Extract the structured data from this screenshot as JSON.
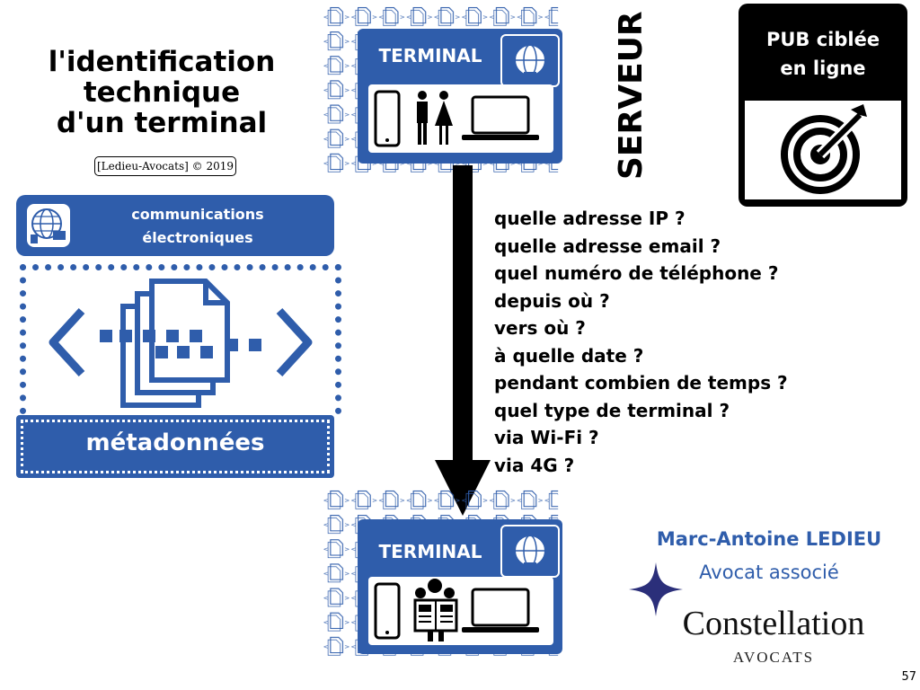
{
  "title": {
    "line1": "l'identification",
    "line2": "technique",
    "line3": "d'un terminal"
  },
  "copyright": "[Ledieu-Avocats] © 2019",
  "communications": {
    "line1": "communications",
    "line2": "électroniques",
    "footer": "métadonnées"
  },
  "terminal_top": {
    "label": "TERMINAL"
  },
  "terminal_bottom": {
    "label": "TERMINAL"
  },
  "serveur": "SERVEUR",
  "questions": [
    "quelle adresse IP ?",
    "quelle adresse email ?",
    "quel numéro de téléphone ?",
    "depuis où ?",
    "vers où ?",
    "à quelle date ?",
    "pendant combien de temps ?",
    "quel type de terminal ?",
    "via Wi-Fi ?",
    "via 4G ?"
  ],
  "pub": {
    "line1": "PUB ciblée",
    "line2": "en ligne"
  },
  "author": {
    "name": "Marc-Antoine LEDIEU",
    "role": "Avocat associé",
    "brand": "Constellation",
    "brand_sub": "AVOCATS"
  },
  "page_number": "57",
  "colors": {
    "accent": "#2f5dab",
    "black": "#000000"
  },
  "icons": [
    "globe-network-icon",
    "smartphone-icon",
    "man-icon",
    "woman-icon",
    "laptop-icon",
    "document-stack-icon",
    "target-icon",
    "star-icon",
    "newspaper-reader-icon"
  ]
}
